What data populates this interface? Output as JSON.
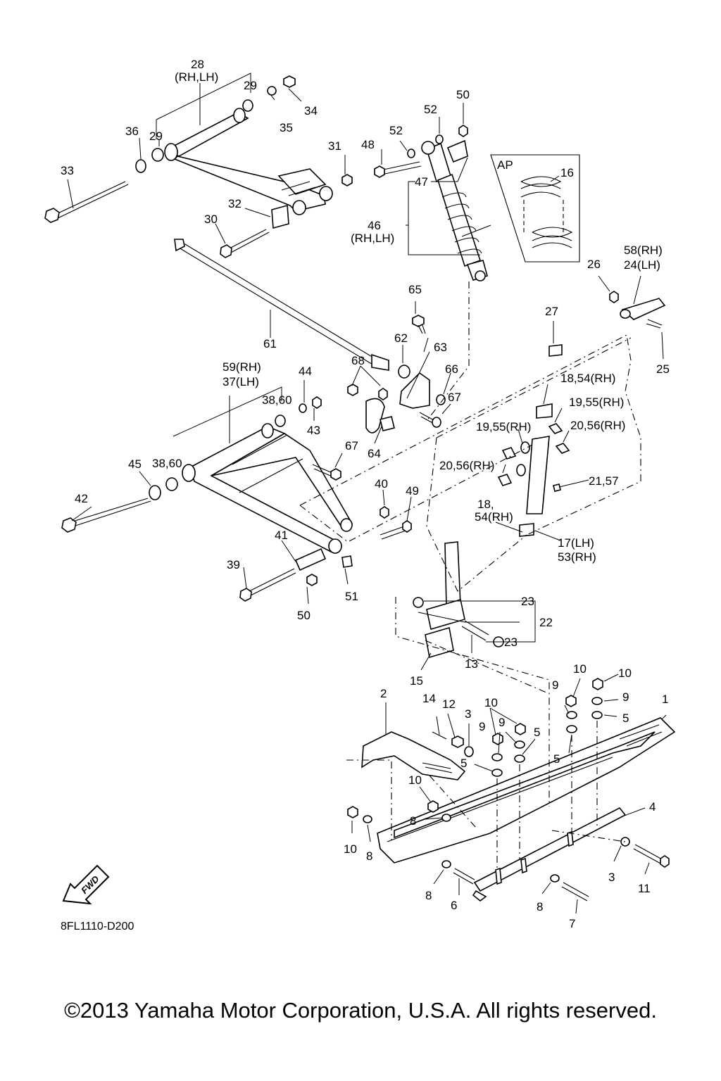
{
  "drawing_code": "8FL1110-D200",
  "copyright": "©2013 Yamaha Motor Corporation, U.S.A. All rights reserved.",
  "fwd_label": "FWD",
  "inset_label": "AP",
  "callouts": {
    "c28": "28",
    "c28b": "(RH,LH)",
    "c29a": "29",
    "c29b": "29",
    "c34": "34",
    "c35": "35",
    "c36": "36",
    "c33": "33",
    "c31": "31",
    "c32": "32",
    "c30": "30",
    "c48": "48",
    "c52a": "52",
    "c52b": "52",
    "c50a": "50",
    "c47": "47",
    "c46": "46",
    "c46b": "(RH,LH)",
    "c16": "16",
    "c58": "58(RH)",
    "c24": "24(LH)",
    "c26": "26",
    "c25": "25",
    "c27": "27",
    "c61": "61",
    "c65": "65",
    "c62": "62",
    "c63": "63",
    "c66": "66",
    "c67a": "67",
    "c68": "68",
    "c64": "64",
    "c59": "59(RH)",
    "c37": "37(LH)",
    "c44": "44",
    "c3860a": "38,60",
    "c43": "43",
    "c67b": "67",
    "c45": "45",
    "c3860b": "38,60",
    "c42": "42",
    "c40": "40",
    "c49": "49",
    "c41": "41",
    "c39": "39",
    "c50b": "50",
    "c51": "51",
    "c1854a": "18,54(RH)",
    "c1955a": "19,55(RH)",
    "c1955b": "19,55(RH)",
    "c2056a": "20,56(RH)",
    "c2056b": "20,56(RH)",
    "c2157": "21,57",
    "c18b": "18,",
    "c54b": "54(RH)",
    "c17": "17(LH)",
    "c53": "53(RH)",
    "c23a": "23",
    "c22": "22",
    "c23b": "23",
    "c13": "13",
    "c15": "15",
    "c2": "2",
    "c14": "14",
    "c12": "12",
    "c3a": "3",
    "c10a": "10",
    "c9a": "9",
    "c9b": "9",
    "c5a": "5",
    "c5b": "5",
    "c10b": "10",
    "c9c": "9",
    "c5c": "5",
    "c10c": "10",
    "c9d": "9",
    "c5d": "5",
    "c1": "1",
    "c10d": "10",
    "c8a": "8",
    "c4": "4",
    "c10e": "10",
    "c8b": "8",
    "c3b": "3",
    "c11": "11",
    "c8c": "8",
    "c6": "6",
    "c8d": "8",
    "c7": "7"
  }
}
